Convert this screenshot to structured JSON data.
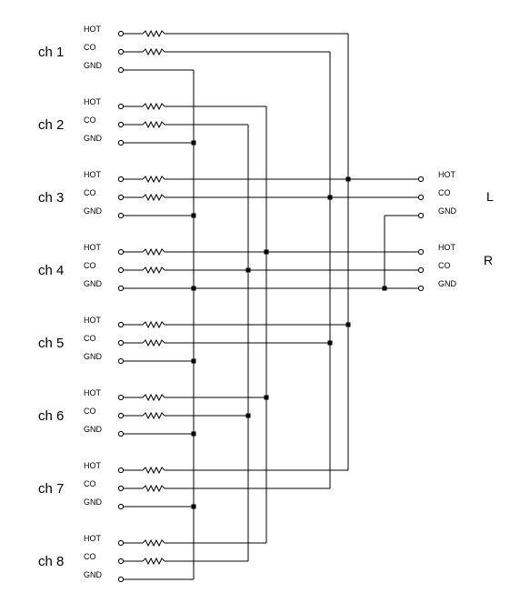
{
  "channels": [
    {
      "label": "ch 1"
    },
    {
      "label": "ch 2"
    },
    {
      "label": "ch 3"
    },
    {
      "label": "ch 4"
    },
    {
      "label": "ch 5"
    },
    {
      "label": "ch 6"
    },
    {
      "label": "ch 7"
    },
    {
      "label": "ch 8"
    }
  ],
  "pins": {
    "hot": "HOT",
    "co": "CO",
    "gnd": "GND"
  },
  "outputs": [
    {
      "label": "L"
    },
    {
      "label": "R"
    }
  ]
}
